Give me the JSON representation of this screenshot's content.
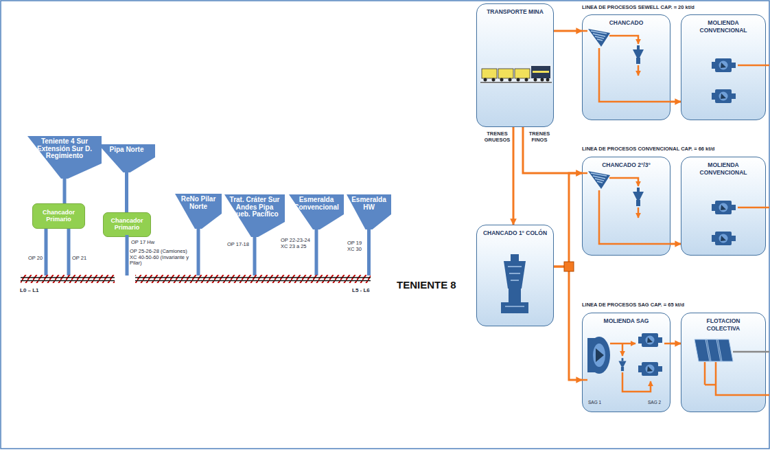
{
  "diagram": {
    "nodes": [
      {
        "text": [
          "Teniente 4 Sur Extensión Sur D. Regimiento"
        ]
      },
      {
        "text": [
          "Chancador Primario"
        ]
      },
      {
        "text": [
          "Pipa Norte"
        ]
      },
      {
        "text": [
          "Chancador Primario"
        ]
      },
      {
        "text": [
          "ReNo Pilar Norte"
        ]
      },
      {
        "text": [
          "Trat. Cráter Sur Andes Pipa Queb. Pacífico"
        ]
      },
      {
        "text": [
          "Esmeralda Convencional"
        ]
      },
      {
        "text": [
          "Esmeralda HW"
        ]
      },
      {
        "text": [
          "TRANSPORTE MINA"
        ]
      },
      {
        "text": [
          "CHANCADO"
        ]
      },
      {
        "text": [
          "MOLIENDA CONVENCIONAL"
        ]
      },
      {
        "text": [
          "CHANCADO 2°/3°"
        ]
      },
      {
        "text": [
          "MOLIENDA CONVENCIONAL"
        ]
      },
      {
        "text": [
          "CHANCADO 1° COLÓN"
        ]
      },
      {
        "text": [
          "MOLIENDA SAG"
        ]
      },
      {
        "text": [
          "FLOTACION COLECTIVA"
        ]
      }
    ],
    "edges": [
      {
        "from": 0,
        "to": 1,
        "arrow": "none"
      },
      {
        "from": 2,
        "to": 3,
        "arrow": "none"
      },
      {
        "from": 8,
        "to": 9,
        "arrow": "to"
      },
      {
        "from": 8,
        "to": 11,
        "arrow": "to"
      },
      {
        "from": 8,
        "to": 13,
        "arrow": "to"
      },
      {
        "from": 9,
        "to": 10,
        "arrow": "to"
      },
      {
        "from": 11,
        "to": 12,
        "arrow": "to"
      },
      {
        "from": 13,
        "to": 11,
        "arrow": "to"
      },
      {
        "from": 13,
        "to": 14,
        "arrow": "to"
      },
      {
        "from": 14,
        "to": 15,
        "arrow": "to"
      }
    ],
    "labels": [
      "OP 20",
      "OP 21",
      "OP 17 Hw",
      "OP 25-26-28 (Camiones) XC 40-50-60 (Invariante y Pilar)",
      "OP 17-18",
      "OP 22-23-24 XC 23 a 25",
      "OP 19 XC 30",
      "L0 – L1",
      "L5 - L6",
      "TENIENTE 8",
      "LINEA DE PROCESOS SEWELL CAP. = 20 kt/d",
      "TRENES GRUESOS",
      "TRENES FINOS",
      "LINEA DE PROCESOS CONVENCIONAL CAP. = 66 kt/d",
      "LINEA DE PROCESOS SAG CAP. = 65 kt/d",
      "SAG 1",
      "SAG 2"
    ]
  }
}
